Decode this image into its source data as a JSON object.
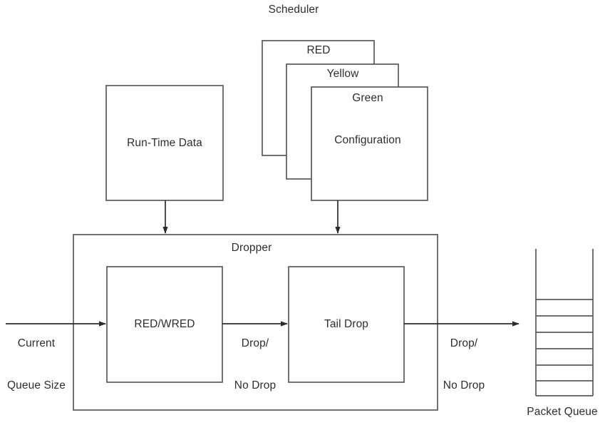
{
  "diagram": {
    "title": "Scheduler",
    "stroke_color": "#595959",
    "text_color": "#2e2e2e",
    "background": "#ffffff"
  },
  "config_stack": {
    "cards": [
      {
        "label": "RED"
      },
      {
        "label": "Yellow"
      },
      {
        "label": "Green",
        "body": "Configuration"
      }
    ]
  },
  "runtime": {
    "label": "Run-Time Data"
  },
  "dropper": {
    "title": "Dropper",
    "blocks": [
      {
        "label": "RED/WRED"
      },
      {
        "label": "Tail Drop"
      }
    ]
  },
  "edges": {
    "input_line1": "Current",
    "input_line2": "Queue Size",
    "mid_line1": "Drop/",
    "mid_line2": "No Drop",
    "out_line1": "Drop/",
    "out_line2": "No Drop"
  },
  "queue": {
    "label": "Packet Queue",
    "cells": 6
  }
}
